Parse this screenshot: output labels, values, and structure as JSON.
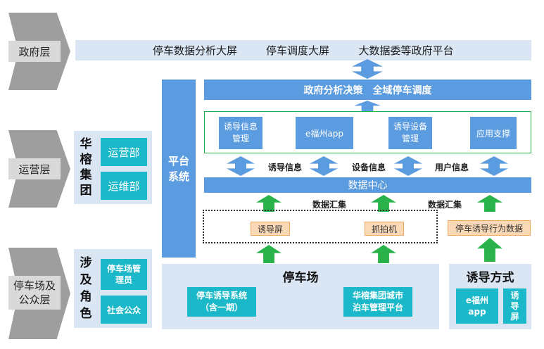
{
  "layers": {
    "government": "政府层",
    "operation": "运营层",
    "parking_public": "停车场及\n公众层"
  },
  "top_bar": {
    "items": [
      "停车数据分析大屏",
      "停车调度大屏",
      "大数据委等政府平台"
    ]
  },
  "huarong": {
    "title": "华\n榕\n集\n团",
    "ops_dept": "运营部",
    "maint_dept": "运维部"
  },
  "involved": {
    "title": "涉\n及\n角\n色",
    "manager": "停车场管\n理员",
    "public": "社会公众"
  },
  "platform": {
    "label": "平台\n系统"
  },
  "decision_bar": "政府分析决策　全域停车调度",
  "services": [
    "诱导信息\n管理",
    "e福州app",
    "诱导设备\n管理",
    "应用支撑"
  ],
  "info_labels": [
    "诱导信息",
    "设备信息",
    "用户信息"
  ],
  "data_center": "数据中心",
  "aggregate_labels": [
    "数据汇集",
    "数据汇集"
  ],
  "devices": {
    "guide_screen": "诱导屏",
    "capture_camera": "抓拍机"
  },
  "behavior_data": "停车诱导行为数据",
  "parking_lot": {
    "title": "停车场",
    "system": "停车诱导系统\n（含一期）",
    "platform": "华榕集团城市\n泊车管理平台"
  },
  "guide_methods": {
    "title": "诱导方式",
    "app": "e福州\napp",
    "screen": "诱\n导\n屏"
  },
  "colors": {
    "accent_blue": "#5b9bdf",
    "light_blue": "#dbe6f5",
    "teal": "#1bb8c9",
    "green_arrow": "#2ab34a",
    "orange": "#fcd9b6",
    "chevron_gray": "#9e9e9e"
  }
}
